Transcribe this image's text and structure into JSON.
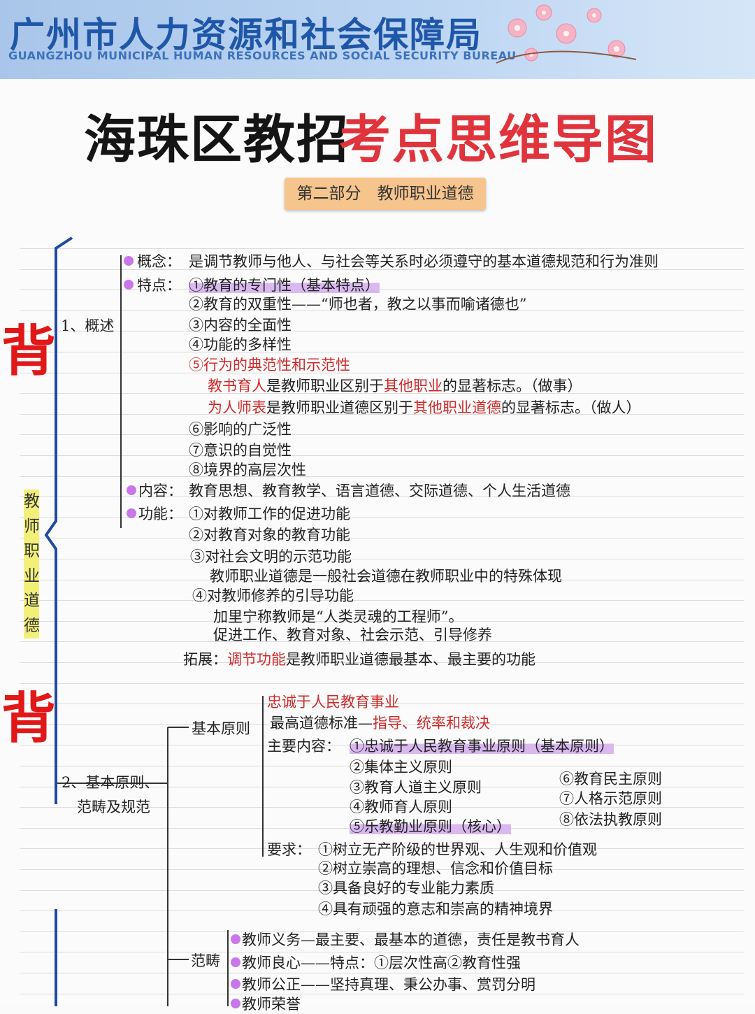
{
  "header": {
    "bureau_cn": "广州市人力资源和社会保障局",
    "bureau_en": "GUANGZHOU MUNICIPAL HUMAN RESOURCES AND SOCIAL SECURITY BUREAU"
  },
  "title": {
    "part_black": "海珠区教招",
    "part_red": "考点思维导图"
  },
  "section_badge": "第二部分　教师职业道德",
  "side": {
    "memorize_1": "背",
    "memorize_2": "背",
    "vertical_label": "教师职业道德"
  },
  "overview": {
    "label": "1、概述",
    "concept_label": "概念：",
    "concept": "是调节教师与他人、与社会等关系时必须遵守的基本道德规范和行为准则",
    "traits_label": "特点：",
    "traits": [
      "①教育的专门性（基本特点）",
      "②教育的双重性——“师也者，教之以事而喻诸德也”",
      "③内容的全面性",
      "④功能的多样性",
      "⑤行为的典范性和示范性"
    ],
    "trait_note_1": {
      "a": "教书育人",
      "b": "是教师职业区别于",
      "c": "其他职业",
      "d": "的显著标志。（做事）"
    },
    "trait_note_2": {
      "a": "为人师表",
      "b": "是教师职业道德区别于",
      "c": "其他职业道德",
      "d": "的显著标志。（做人）"
    },
    "traits_more": [
      "⑥影响的广泛性",
      "⑦意识的自觉性",
      "⑧境界的高层次性"
    ],
    "content_label": "内容：",
    "content": "教育思想、教育教学、语言道德、交际道德、个人生活道德",
    "function_label": "功能：",
    "functions": [
      "①对教师工作的促进功能",
      "②对教育对象的教育功能",
      "③对社会文明的示范功能"
    ],
    "function_note_1": "教师职业道德是一般社会道德在教师职业中的特殊体现",
    "function_4": "④对教师修养的引导功能",
    "function_note_2": "加里宁称教师是“人类灵魂的工程师”。",
    "function_note_3": "促进工作、教育对象、社会示范、引导修养",
    "extend_label": "拓展：",
    "extend_red": "调节功能",
    "extend_rest": "是教师职业道德最基本、最主要的功能"
  },
  "principles": {
    "label_line1": "2、基本原则、",
    "label_line2": "范畴及规范",
    "basic_label": "基本原则",
    "loyal": "忠诚于人民教育事业",
    "highest_a": "最高道德标准—",
    "highest_b": "指导、统率和裁决",
    "main_label": "主要内容：",
    "main_items_left": [
      "①忠诚于人民教育事业原则（基本原则）",
      "②集体主义原则",
      "③教育人道主义原则",
      "④教师育人原则",
      "⑤乐教勤业原则（核心）"
    ],
    "main_items_right": [
      "⑥教育民主原则",
      "⑦人格示范原则",
      "⑧依法执教原则"
    ],
    "req_label": "要求：",
    "requirements": [
      "①树立无产阶级的世界观、人生观和价值观",
      "②树立崇高的理想、信念和价值目标",
      "③具备良好的专业能力素质",
      "④具有顽强的意志和崇高的精神境界"
    ],
    "category_label": "范畴",
    "categories": [
      "教师义务—最主要、最基本的道德，责任是教书育人",
      "教师良心——特点：①层次性高②教育性强",
      "教师公正——坚持真理、秉公办事、赏罚分明",
      "教师荣誉"
    ]
  },
  "colors": {
    "red": "#cf2a2a",
    "highlight": "#d9b8f0",
    "dot": "#c977e8",
    "brace": "#1f4aa0",
    "badge": "#f6c48d"
  }
}
